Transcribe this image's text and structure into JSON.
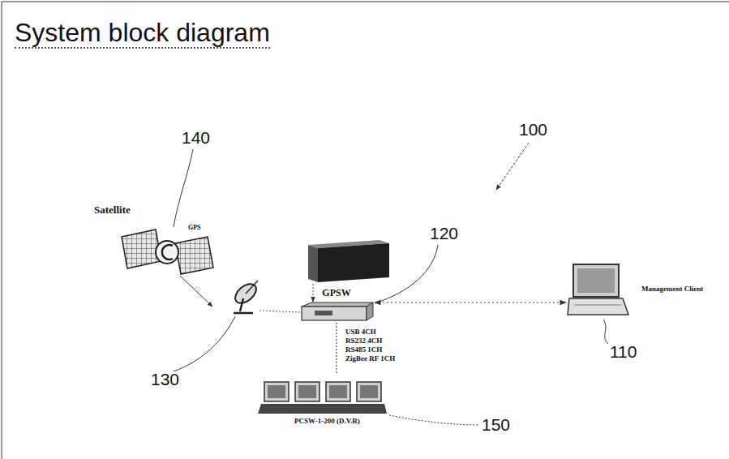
{
  "diagram": {
    "title": "System block diagram",
    "nodes": [
      {
        "text": [
          "GPSW"
        ]
      },
      {
        "text": [
          "Management Client"
        ]
      },
      {
        "text": [
          "PCSW-1-200 (D.V.R)"
        ]
      }
    ],
    "edges": [
      {
        "from": 0,
        "to": 1,
        "arrow": "both"
      },
      {
        "from": 0,
        "to": 2,
        "arrow": "none"
      }
    ],
    "labels": [
      "140",
      "100",
      "120",
      "Satellite",
      "GPS",
      "130",
      "USB 4CH",
      "RS232 4CH",
      "RS485 1CH",
      "ZigBee RF 1CH",
      "110",
      "150"
    ]
  }
}
